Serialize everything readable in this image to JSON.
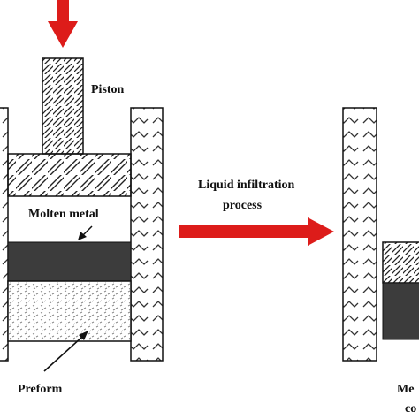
{
  "labels": {
    "piston": "Piston",
    "molten_metal": "Molten metal",
    "process_line1": "Liquid infiltration",
    "process_line2": "process",
    "preform": "Preform",
    "right_line1": "Me",
    "right_line2": "co"
  },
  "colors": {
    "arrow_red": "#dd1c1a",
    "hatch_stroke": "#222222",
    "dark_metal": "#3c3c3c",
    "preform_dots": "#8a8a8a",
    "wall_zigzag": "#333333"
  },
  "icons": {
    "press_arrow": "down-arrow-icon",
    "process_arrow": "right-arrow-icon"
  }
}
